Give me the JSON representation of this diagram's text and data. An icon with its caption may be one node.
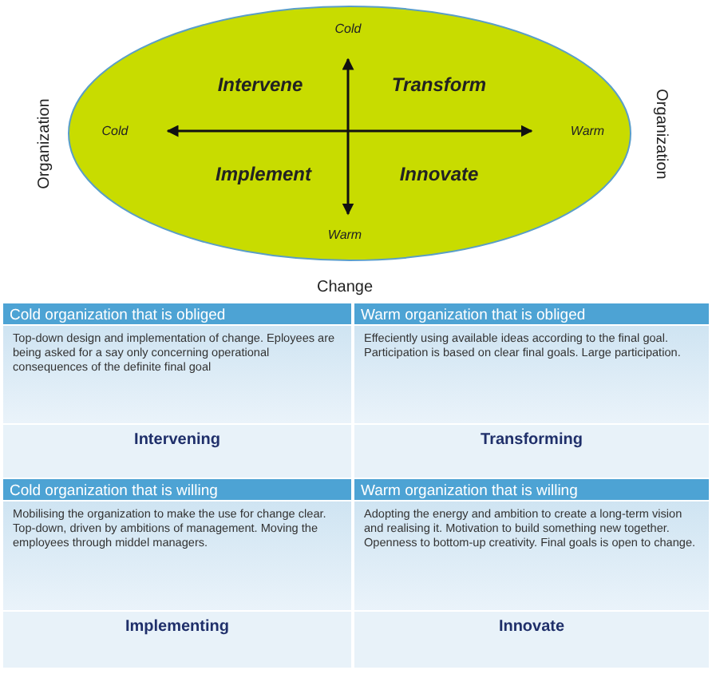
{
  "diagram": {
    "nodes": [
      {
        "text": [
          "Cold",
          "Intervene",
          "Transform",
          "Cold",
          "Warm",
          "Implement",
          "Innovate",
          "Warm"
        ]
      }
    ],
    "labels": [
      "Organization",
      "Organization",
      "Change",
      "Cold organization that is obliged",
      "Warm organization that is obliged",
      "Top-down design and implementation of change. Eployees are being asked for a say only concerning operational consequences of the definite final goal",
      "Effeciently using available ideas according to the final goal. Participation is based on clear final goals. Large participation.",
      "Intervening",
      "Transforming",
      "Cold organization that is willing",
      "Warm organization that is willing",
      "Mobilising the organization to make the use for change clear. Top-down, driven by ambitions of management. Moving the employees through middel managers.",
      "Adopting the energy and ambition to create a long-term vision and realising it. Motivation to build something new together. Openness to bottom-up creativity. Final goals is open to change.",
      "Implementing",
      "Innovate"
    ]
  }
}
